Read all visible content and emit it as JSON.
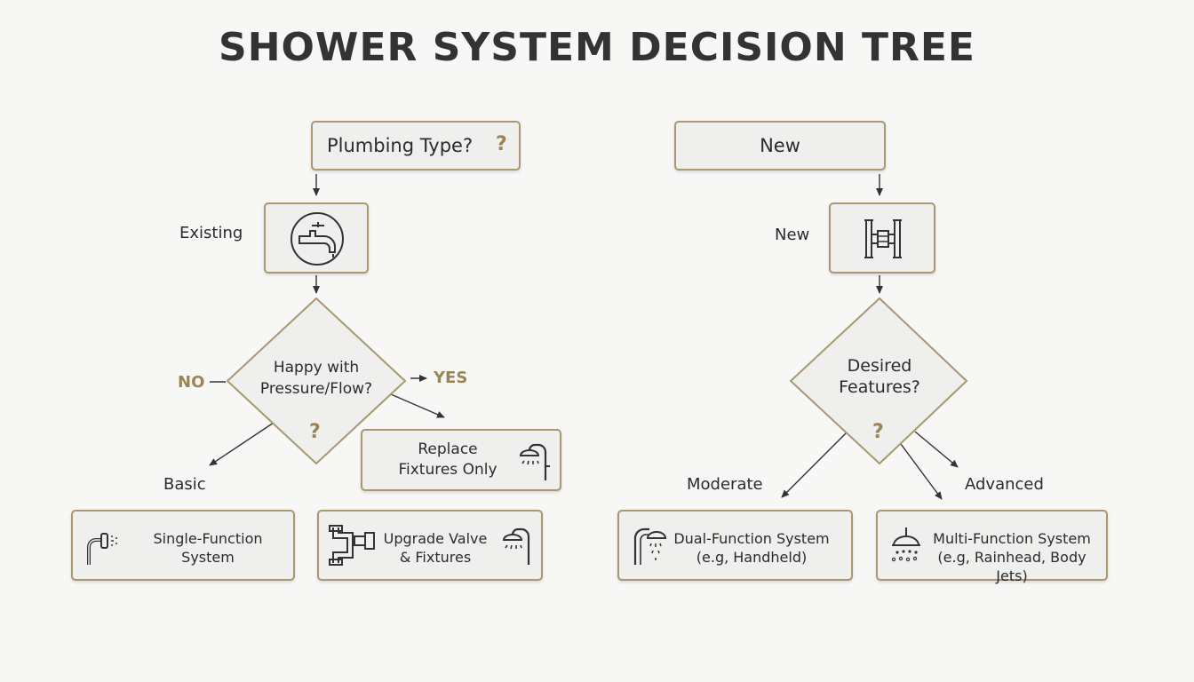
{
  "title": "SHOWER SYSTEM DECISION TREE",
  "colors": {
    "accent": "#9b8457",
    "box_border": "#a89770",
    "box_fill": "#efefed",
    "text": "#2b2b2b"
  },
  "left": {
    "root": {
      "label": "Plumbing Type?",
      "mark": "?"
    },
    "existing_label": "Existing",
    "existing_icon": "faucet-icon",
    "diamond": {
      "line1": "Happy with",
      "line2": "Pressure/Flow?",
      "mark": "?"
    },
    "no_label": "NO",
    "yes_label": "YES",
    "basic_label": "Basic",
    "replace": {
      "line1": "Replace",
      "line2": "Fixtures Only",
      "icon": "shower-head-icon"
    },
    "single": {
      "line1": "Single-Function",
      "line2": "System",
      "icon": "handheld-shower-icon"
    },
    "upgrade": {
      "line1": "Upgrade Valve",
      "line2": "& Fixtures",
      "icon": "valve-pipe-icon"
    }
  },
  "right": {
    "root": {
      "label": "New"
    },
    "new_label": "New",
    "new_icon": "pipe-fitting-icon",
    "diamond": {
      "line1": "Desired",
      "line2": "Features?",
      "mark": "?"
    },
    "moderate_label": "Moderate",
    "advanced_label": "Advanced",
    "dual": {
      "line1": "Dual-Function System",
      "line2": "(e.g, Handheld)",
      "icon": "handheld-shower-icon"
    },
    "multi": {
      "line1": "Multi-Function System",
      "line2": "(e.g, Rainhead, Body Jets)",
      "icon": "rainhead-icon"
    }
  }
}
